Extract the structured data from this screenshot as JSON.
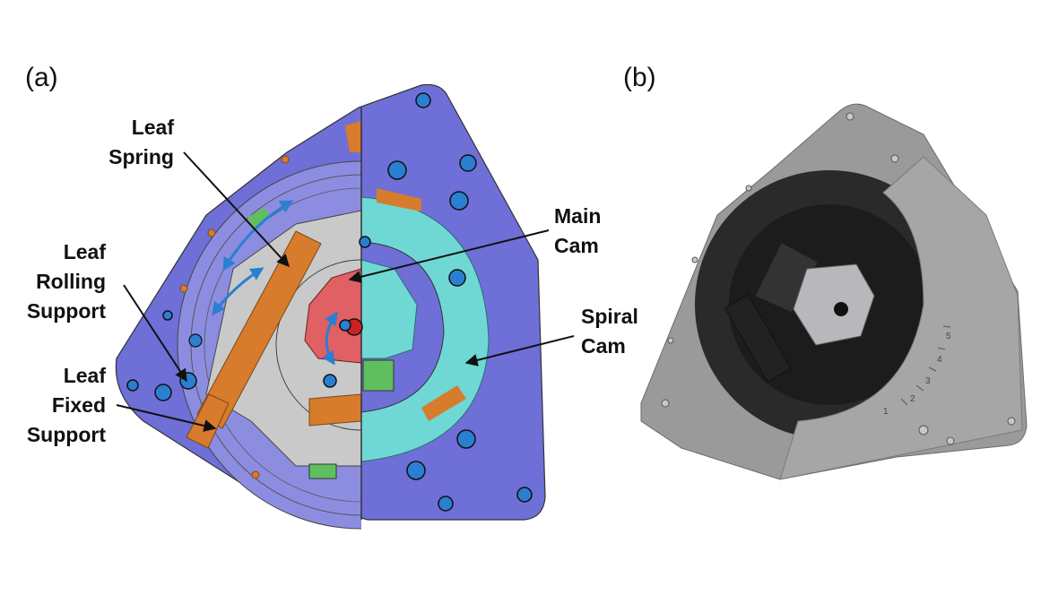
{
  "figure": {
    "panel_a_label": "(a)",
    "panel_b_label": "(b)",
    "callouts": {
      "leaf_spring": "Leaf\nSpring",
      "leaf_rolling_support": "Leaf\nRolling\nSupport",
      "leaf_fixed_support": "Leaf\nFixed\nSupport",
      "main_cam": "Main\nCam",
      "spiral_cam": "Spiral\nCam"
    },
    "colors": {
      "plate_purple": "#6f6fd8",
      "lavender": "#8c8de0",
      "gray_part": "#c9c9c9",
      "orange_leaf": "#d77b2c",
      "cyan_cam": "#6fd8d5",
      "red_cam": "#e06063",
      "green_block": "#5fbf5f",
      "blue_arrow": "#2a7fd0",
      "photo_plate": "#9a9a9a",
      "photo_dark": "#2a2a2a"
    },
    "photo_scale_numbers": [
      "1",
      "2",
      "3",
      "4",
      "5"
    ]
  }
}
